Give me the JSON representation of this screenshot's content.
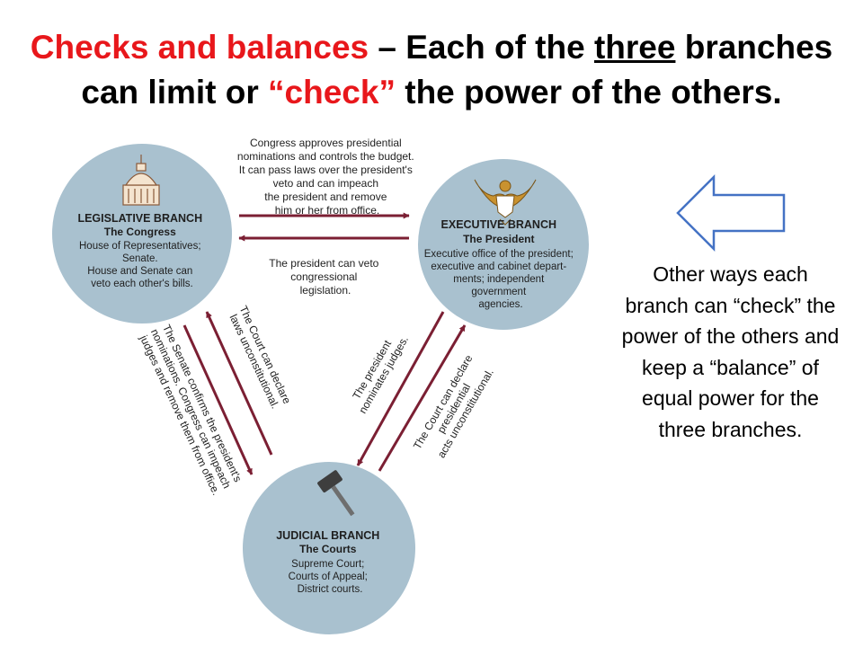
{
  "title": {
    "part1": "Checks and balances",
    "dash": " – ",
    "part2": "Each of the ",
    "underlined": "three",
    "part3": " branches can limit or ",
    "quoted": "“check”",
    "part4": " the power of the others."
  },
  "side_note": "Other ways each branch can “check” the power of the others and keep a “balance” of equal power for the three branches.",
  "colors": {
    "circle": "#a9c1cf",
    "arrow": "#7b1f33",
    "title_accent": "#e8171b",
    "side_arrow": "#4472c4"
  },
  "icons": {
    "legislative": "capitol-dome-icon",
    "executive": "eagle-seal-icon",
    "judicial": "gavel-icon",
    "side": "left-arrow-icon"
  },
  "branches": {
    "legislative": {
      "heading": "LEGISLATIVE BRANCH",
      "sub": "The Congress",
      "lines": [
        "House of Representatives;",
        "Senate.",
        "House and Senate can",
        "veto each other's bills."
      ]
    },
    "executive": {
      "heading": "EXECUTIVE BRANCH",
      "sub": "The President",
      "lines": [
        "Executive office of the president;",
        "executive and cabinet depart-",
        "ments; independent",
        "government",
        "agencies."
      ]
    },
    "judicial": {
      "heading": "JUDICIAL BRANCH",
      "sub": "The  Courts",
      "lines": [
        "Supreme Court;",
        "Courts of Appeal;",
        "District courts."
      ]
    }
  },
  "captions": {
    "congress_to_president": [
      "Congress approves presidential",
      "nominations and controls the budget.",
      "It can pass laws over the president's",
      "veto and can impeach",
      "the president and remove",
      "him or her from office."
    ],
    "president_to_congress": [
      "The president can veto",
      "congressional",
      "legislation."
    ],
    "senate_to_court": [
      "The Senate confirms the president's",
      "nominations. Congress can impeach",
      "judges and remove them from office."
    ],
    "court_to_congress": [
      "The Court can declare",
      "laws unconstitutional."
    ],
    "president_to_court": [
      "The president",
      "nominates judges."
    ],
    "court_to_president": [
      "The Court can declare",
      "presidential",
      "acts unconstitutional."
    ]
  }
}
